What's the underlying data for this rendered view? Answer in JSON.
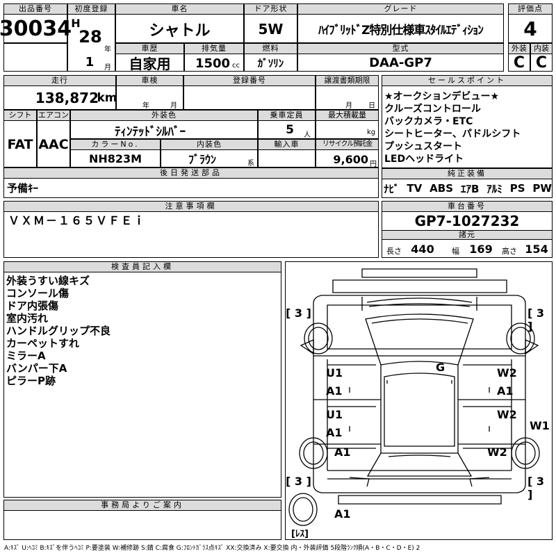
{
  "header": {
    "lot_no_label": "出品番号",
    "lot_no": "30034",
    "first_reg_label": "初度登録",
    "era_letter": "H",
    "year": "28",
    "year_unit": "年",
    "month": "1",
    "month_unit": "月",
    "car_name_label": "車名",
    "car_name": "シャトル",
    "door_label": "ドア形状",
    "door": "5W",
    "grade_label": "グレード",
    "grade": "ﾊｲﾌﾞﾘｯﾄﾞZ特別仕様車ｽﾀｲﾙｴﾃﾞｨｼｮﾝ",
    "score_label": "評価点",
    "score": "4",
    "history_label": "車歴",
    "history": "自家用",
    "displacement_label": "排気量",
    "displacement": "1500",
    "displacement_unit": "cc",
    "fuel_label": "燃料",
    "fuel": "ｶﾞｿﾘﾝ",
    "model_label": "型式",
    "model": "DAA-GP7",
    "exterior_label": "外装",
    "exterior": "C",
    "interior_label": "内装",
    "interior": "C"
  },
  "row2": {
    "mileage_label": "走行",
    "mileage": "138,872",
    "mileage_unit": "km",
    "inspection_label": "車検",
    "insp_year_unit": "年",
    "insp_month_unit": "月",
    "reg_no_label": "登録番号",
    "transfer_label": "譲渡書類期限",
    "transfer_month_unit": "月",
    "transfer_day_unit": "日"
  },
  "row3": {
    "shift_label": "シフト",
    "shift": "FAT",
    "ac_label": "エアコン",
    "ac": "AAC",
    "ext_color_label": "外装色",
    "ext_color": "ﾃｨﾝﾃｯﾄﾞｼﾙﾊﾞｰ",
    "capacity_label": "乗車定員",
    "capacity": "5",
    "capacity_unit": "人",
    "max_load_label": "最大積載量",
    "max_load_unit": "kg",
    "color_no_label": "カラーNo.",
    "color_no": "NH823M",
    "int_color_label": "内装色",
    "int_color": "ﾌﾞﾗｳﾝ",
    "int_color_unit": "系",
    "import_label": "輸入車",
    "recycle_label": "リサイクル預託金",
    "recycle": "9,600",
    "recycle_unit": "円"
  },
  "later_parts": {
    "label": "後日発送部品",
    "value": "予備ｷｰ"
  },
  "sales_points": {
    "label": "セールスポイント",
    "items": [
      "★オークションデビュー★",
      "クルーズコントロール",
      "バックカメラ・ETC",
      "シートヒーター、パドルシフト",
      "プッシュスタート",
      "LEDヘッドライト"
    ]
  },
  "equipment": {
    "label": "純正装備",
    "items": [
      "ﾅﾋﾞ",
      "TV",
      "ABS",
      "ｴｱB",
      "ｱﾙﾐ",
      "PS",
      "PW"
    ]
  },
  "notes": {
    "label": "注意事項欄",
    "value": "ＶＸＭ－１６５ＶＦＥｉ"
  },
  "chassis": {
    "label": "車台番号",
    "value": "GP7-1027232"
  },
  "specs": {
    "label": "諸元",
    "length_label": "長さ",
    "length": "440",
    "width_label": "幅",
    "width": "169",
    "height_label": "高さ",
    "height": "154"
  },
  "inspector": {
    "label": "検査員記入欄",
    "items": [
      "外装うすい線キズ",
      "コンソール傷",
      "ドア内張傷",
      "室内汚れ",
      "ハンドルグリップ不良",
      "カーペットすれ",
      "ミラーA",
      "バンパー下A",
      "ピラーP跡"
    ]
  },
  "office": {
    "label": "事務局よりご案内"
  },
  "diagram": {
    "tire_tl": "[ 3 ]",
    "tire_tr": "[ 3 ]",
    "tire_bl": "[ 3 ]",
    "tire_br": "[ 3 ]",
    "spare": "[ﾚｽ]",
    "mark_g": "G",
    "mark_u1_a": "U1",
    "mark_a1_a": "A1",
    "mark_u1_b": "U1",
    "mark_a1_b": "A1",
    "mark_w2_a": "W2",
    "mark_a1_c": "A1",
    "mark_w2_b": "W2",
    "mark_w1": "W1",
    "mark_a1_d": "A1",
    "mark_w2_c": "W2",
    "mark_a1_e": "A1"
  },
  "legend": "A:ｷｽﾞ U:ﾍｺﾐ B:ｷｽﾞを伴うﾍｺﾐ P:要塗装 W:補修跡 S:錆 C:腐食 G:ﾌﾛﾝﾄｶﾞﾗｽ点ｷｽﾞ XX:交換済み X:要交換 内・外装評価 5段階ﾗﾝｸ順(A・B・C・D・E) 2"
}
